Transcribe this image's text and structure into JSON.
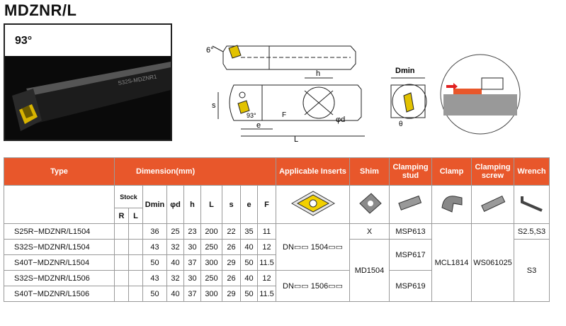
{
  "title": "MDZNR/L",
  "photo": {
    "angle_label": "93°",
    "shank_marking": "S32S-MDZNR1"
  },
  "drawing": {
    "angle_top": "6°",
    "label_h": "h",
    "label_s": "s",
    "label_93": "93°",
    "label_F": "F",
    "label_d": "φd",
    "label_e": "e",
    "label_L": "L",
    "label_dmin": "Dmin",
    "label_theta": "θ"
  },
  "table": {
    "header": {
      "type": "Type",
      "dimension": "Dimension(mm)",
      "applicable_inserts": "Applicable Inserts",
      "shim": "Shim",
      "clamping_stud": "Clamping stud",
      "clamp": "Clamp",
      "clamping_screw": "Clamping screw",
      "wrench": "Wrench"
    },
    "subheader": {
      "stock": "Stock",
      "r": "R",
      "l": "L",
      "dmin": "Dmin",
      "d": "φd",
      "h": "h",
      "L": "L",
      "s": "s",
      "e": "e",
      "F": "F"
    },
    "rows": [
      {
        "type": "S25R−MDZNR/L1504",
        "dmin": "36",
        "d": "25",
        "h": "23",
        "L": "200",
        "s": "22",
        "e": "35",
        "F": "11"
      },
      {
        "type": "S32S−MDZNR/L1504",
        "dmin": "43",
        "d": "32",
        "h": "30",
        "L": "250",
        "s": "26",
        "e": "40",
        "F": "12"
      },
      {
        "type": "S40T−MDZNR/L1504",
        "dmin": "50",
        "d": "40",
        "h": "37",
        "L": "300",
        "s": "29",
        "e": "50",
        "F": "11.5"
      },
      {
        "type": "S32S−MDZNR/L1506",
        "dmin": "43",
        "d": "32",
        "h": "30",
        "L": "250",
        "s": "26",
        "e": "40",
        "F": "12"
      },
      {
        "type": "S40T−MDZNR/L1506",
        "dmin": "50",
        "d": "40",
        "h": "37",
        "L": "300",
        "s": "29",
        "e": "50",
        "F": "11.5"
      }
    ],
    "insert_1504": "DN▭▭ 1504▭▭",
    "insert_1506": "DN▭▭ 1506▭▭",
    "shim_x": "X",
    "shim_md": "MD1504",
    "stud_613": "MSP613",
    "stud_617": "MSP617",
    "stud_619": "MSP619",
    "clamp": "MCL1814",
    "screw": "WS061025",
    "wrench_1": "S2.5,S3",
    "wrench_2": "S3"
  }
}
